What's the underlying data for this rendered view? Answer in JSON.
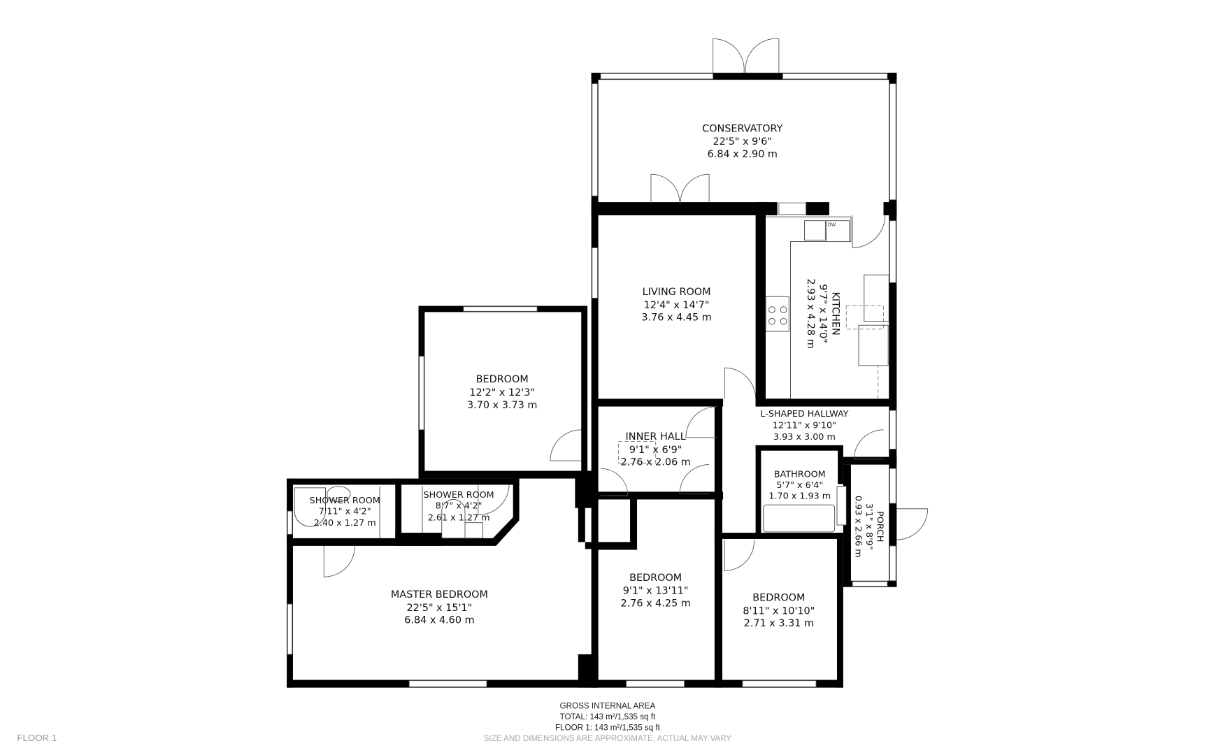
{
  "rooms": [
    {
      "id": "conservatory",
      "name": "CONSERVATORY",
      "imperial": "22'5\" x 9'6\"",
      "metric": "6.84 x 2.90 m"
    },
    {
      "id": "living",
      "name": "LIVING ROOM",
      "imperial": "12'4\" x 14'7\"",
      "metric": "3.76 x 4.45 m"
    },
    {
      "id": "kitchen",
      "name": "KITCHEN",
      "imperial": "9'7\" x 14'0\"",
      "metric": "2.93 x 4.28 m"
    },
    {
      "id": "bedroom1",
      "name": "BEDROOM",
      "imperial": "12'2\" x 12'3\"",
      "metric": "3.70 x 3.73 m"
    },
    {
      "id": "innerhall",
      "name": "INNER HALL",
      "imperial": "9'1\" x 6'9\"",
      "metric": "2.76 x 2.06 m"
    },
    {
      "id": "hallway",
      "name": "L-SHAPED HALLWAY",
      "imperial": "12'11\" x 9'10\"",
      "metric": "3.93 x 3.00 m"
    },
    {
      "id": "bathroom",
      "name": "BATHROOM",
      "imperial": "5'7\" x 6'4\"",
      "metric": "1.70 x 1.93 m"
    },
    {
      "id": "porch",
      "name": "PORCH",
      "imperial": "3'1\" x 8'9\"",
      "metric": "0.93 x 2.66 m"
    },
    {
      "id": "shower1",
      "name": "SHOWER ROOM",
      "imperial": "7'11\" x 4'2\"",
      "metric": "2.40 x 1.27 m"
    },
    {
      "id": "shower2",
      "name": "SHOWER ROOM",
      "imperial": "8'7\" x 4'2\"",
      "metric": "2.61 x 1.27 m"
    },
    {
      "id": "master",
      "name": "MASTER BEDROOM",
      "imperial": "22'5\" x 15'1\"",
      "metric": "6.84 x 4.60 m"
    },
    {
      "id": "bedroom2",
      "name": "BEDROOM",
      "imperial": "9'1\" x 13'11\"",
      "metric": "2.76 x 4.25 m"
    },
    {
      "id": "bedroom3",
      "name": "BEDROOM",
      "imperial": "8'11\" x 10'10\"",
      "metric": "2.71 x 3.31 m"
    }
  ],
  "fixtures": {
    "dishwasher": "DW"
  },
  "footer": {
    "heading": "GROSS INTERNAL AREA",
    "total": "TOTAL: 143 m²/1,535 sq ft",
    "floor": "FLOOR 1: 143 m²/1,535 sq ft",
    "disclaimer": "SIZE AND DIMENSIONS ARE APPROXIMATE, ACTUAL MAY VARY"
  },
  "floor_label": "FLOOR 1",
  "colors": {
    "wall": "#000000",
    "background": "#ffffff",
    "disclaimer": "#aaaaaa"
  }
}
